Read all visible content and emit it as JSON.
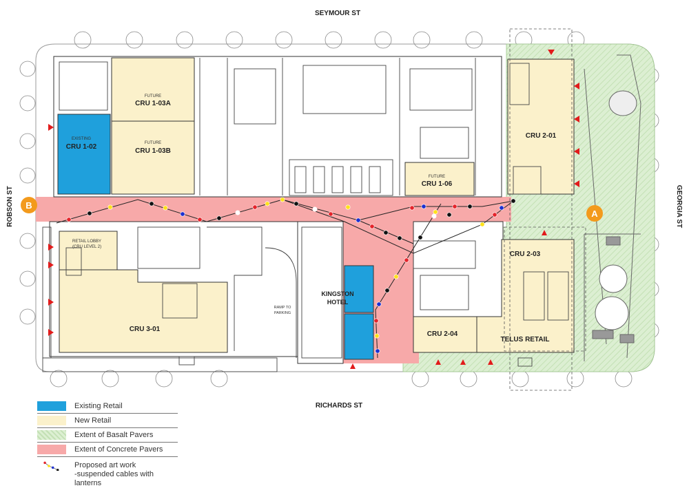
{
  "streets": {
    "north": "SEYMOUR ST",
    "south": "RICHARDS ST",
    "west": "ROBSON ST",
    "east": "GEORGIA ST"
  },
  "markers": {
    "a": "A",
    "b": "B"
  },
  "spaces": {
    "cru_1_02_prefix": "EXISTING",
    "cru_1_02": "CRU 1-02",
    "cru_1_03a_prefix": "FUTURE",
    "cru_1_03a": "CRU 1-03A",
    "cru_1_03b_prefix": "FUTURE",
    "cru_1_03b": "CRU 1-03B",
    "cru_1_06_prefix": "FUTURE",
    "cru_1_06": "CRU 1-06",
    "cru_2_01": "CRU 2-01",
    "cru_2_03": "CRU 2-03",
    "cru_2_04": "CRU 2-04",
    "telus_retail": "TELUS RETAIL",
    "retail_lobby_1": "RETAIL LOBBY",
    "retail_lobby_2": "(CRU LEVEL 2)",
    "cru_3_01": "CRU 3-01",
    "kingston_1": "KINGSTON",
    "kingston_2": "HOTEL",
    "ramp_1": "RAMP TO",
    "ramp_2": "PARKING"
  },
  "legend": {
    "existing_retail": "Existing Retail",
    "new_retail": "New Retail",
    "basalt": "Extent of Basalt Pavers",
    "concrete": "Extent of Concrete Pavers",
    "art_line1": "Proposed art work",
    "art_line2": "-suspended cables with lanterns"
  },
  "colors": {
    "existing_retail": "#1fa0dc",
    "new_retail": "#fbf1cb",
    "basalt": "#dcefd2",
    "concrete": "#f7a9a9",
    "marker": "#f39a1c",
    "arrow": "#e21b1b",
    "lantern_red": "#e5242b",
    "lantern_blue": "#1c2fd0",
    "lantern_yellow": "#ffe11a",
    "lantern_black": "#111111"
  }
}
